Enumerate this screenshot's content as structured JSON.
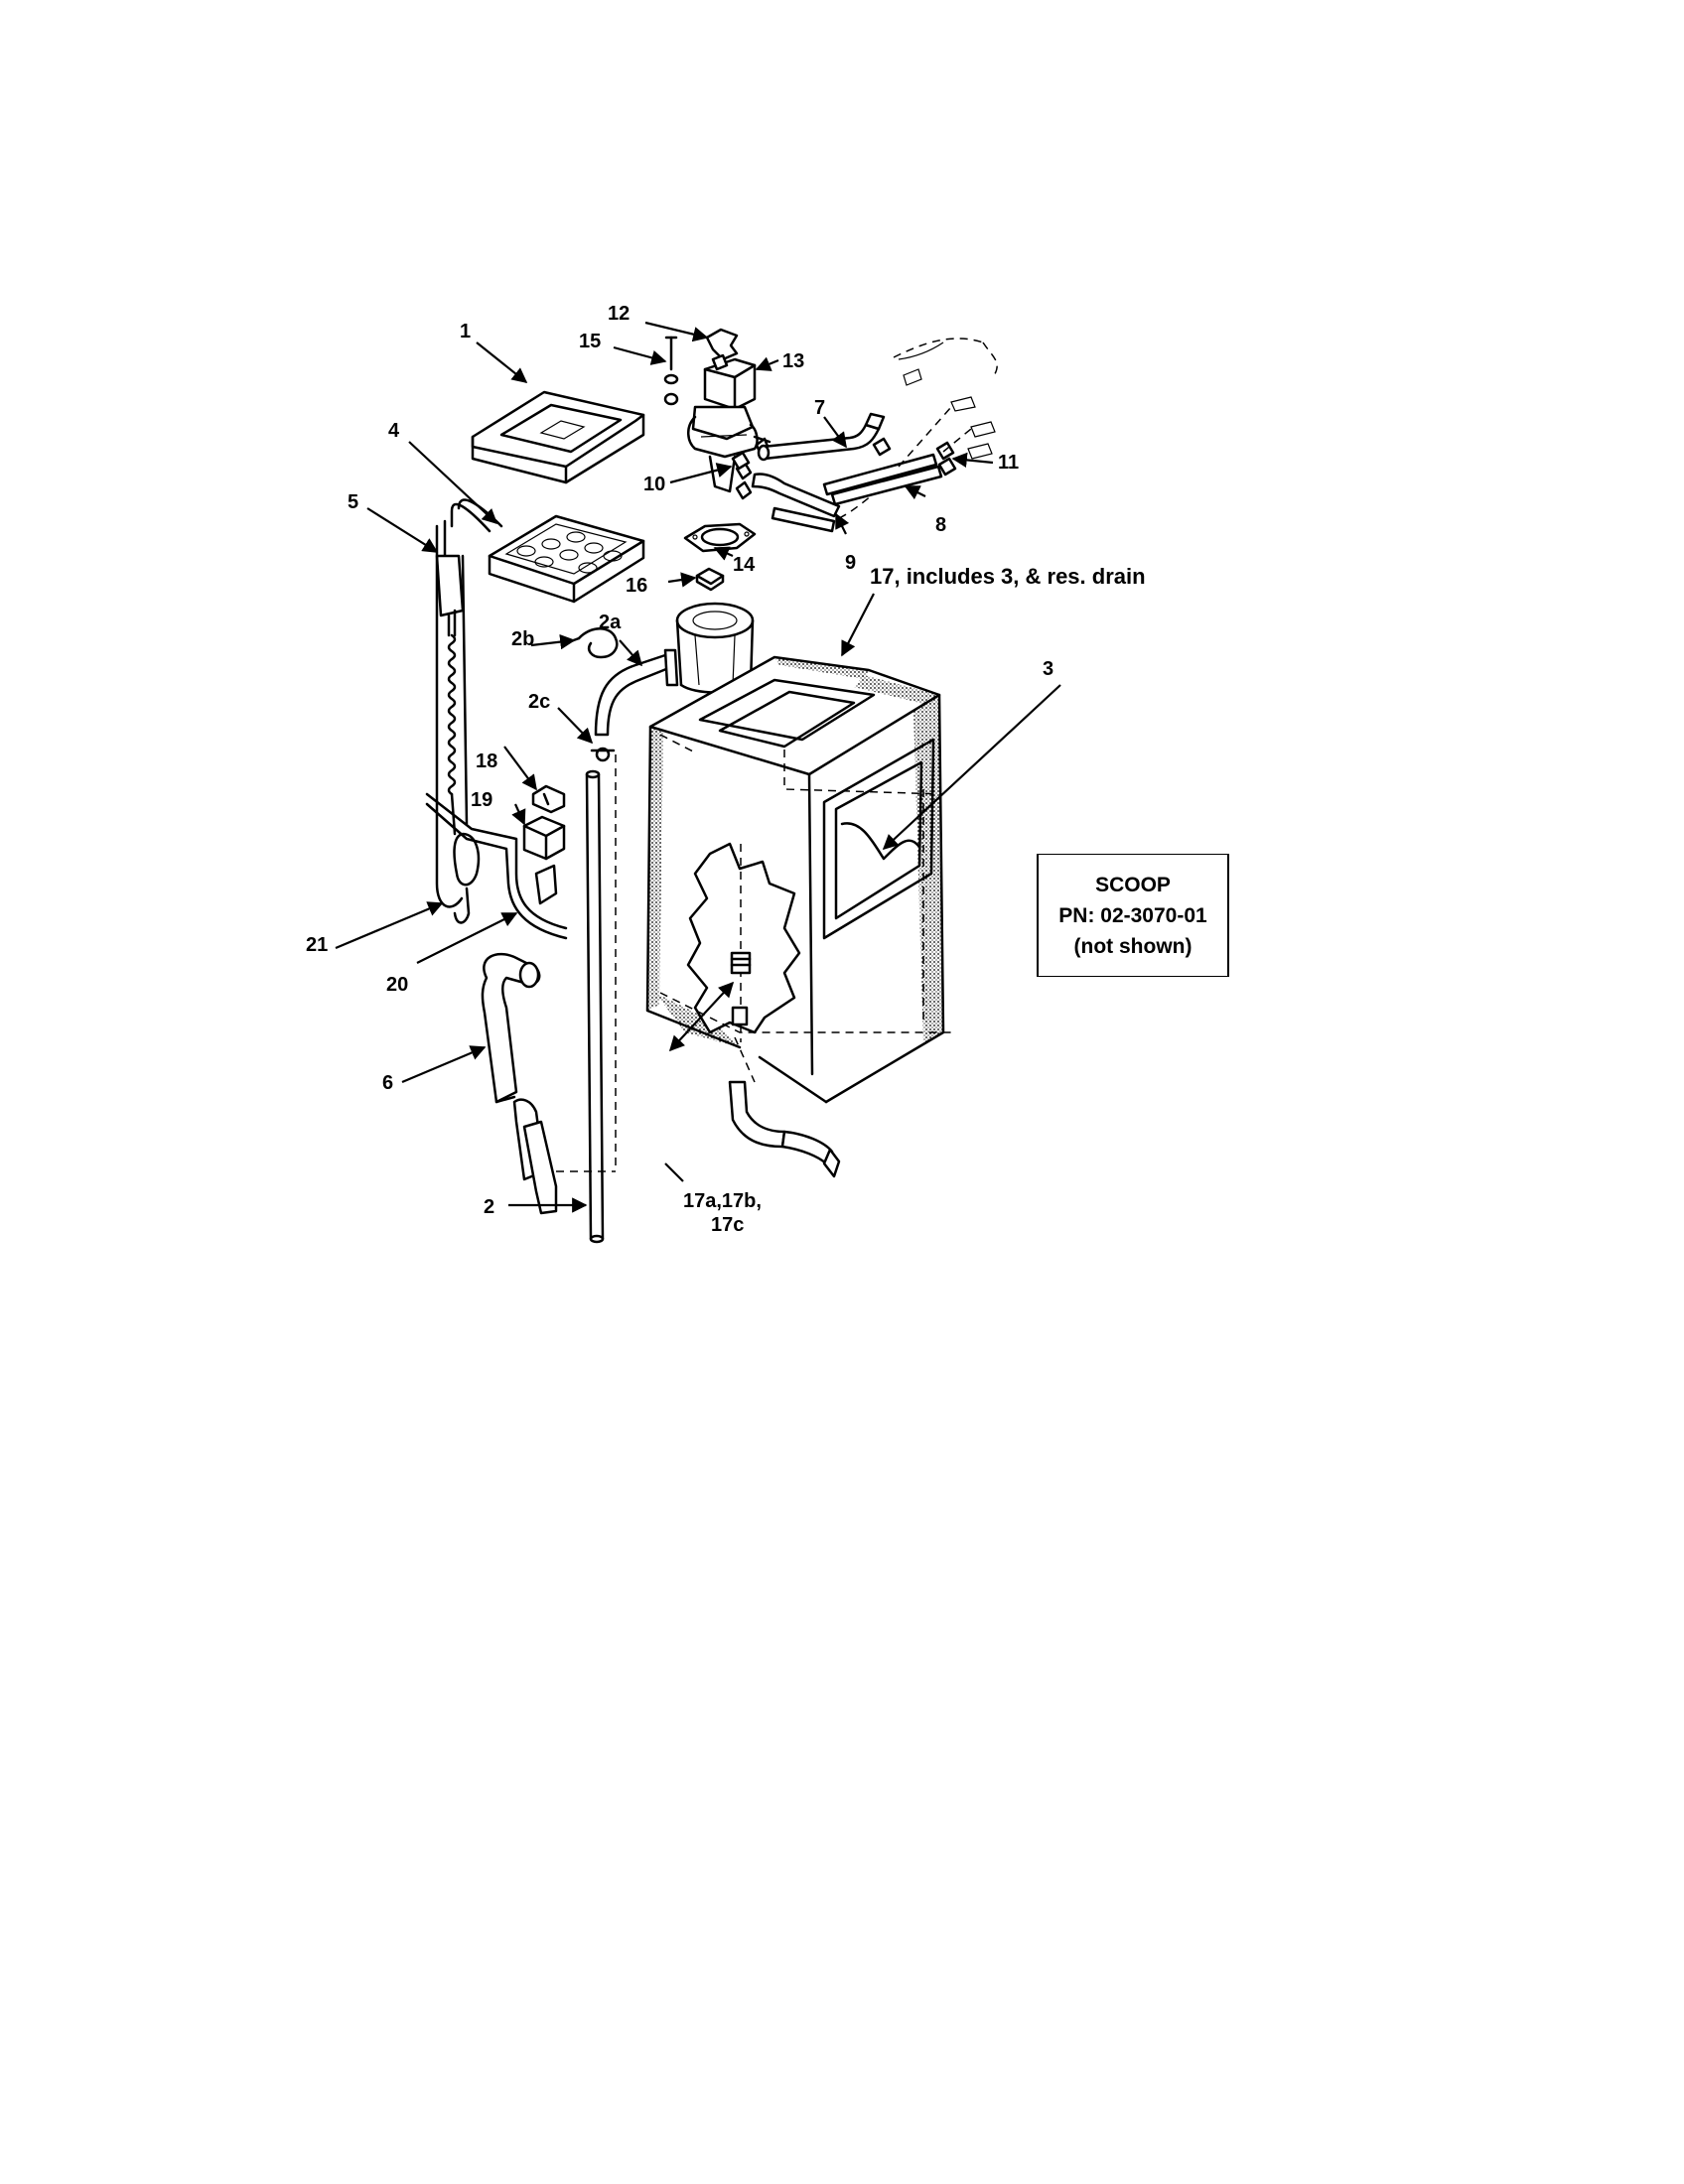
{
  "callouts": {
    "c1": "1",
    "c2": "2",
    "c2a": "2a",
    "c2b": "2b",
    "c2c": "2c",
    "c3": "3",
    "c4": "4",
    "c5": "5",
    "c6": "6",
    "c7": "7",
    "c8": "8",
    "c9": "9",
    "c10": "10",
    "c11": "11",
    "c12": "12",
    "c13": "13",
    "c14": "14",
    "c15": "15",
    "c16": "16",
    "c17": "17, includes 3, & res. drain",
    "c17abc_line1": "17a,17b,",
    "c17abc_line2": "17c",
    "c18": "18",
    "c19": "19",
    "c20": "20",
    "c21": "21"
  },
  "note_box": {
    "line1": "SCOOP",
    "line2": "PN: 02-3070-01",
    "line3": "(not shown)"
  }
}
